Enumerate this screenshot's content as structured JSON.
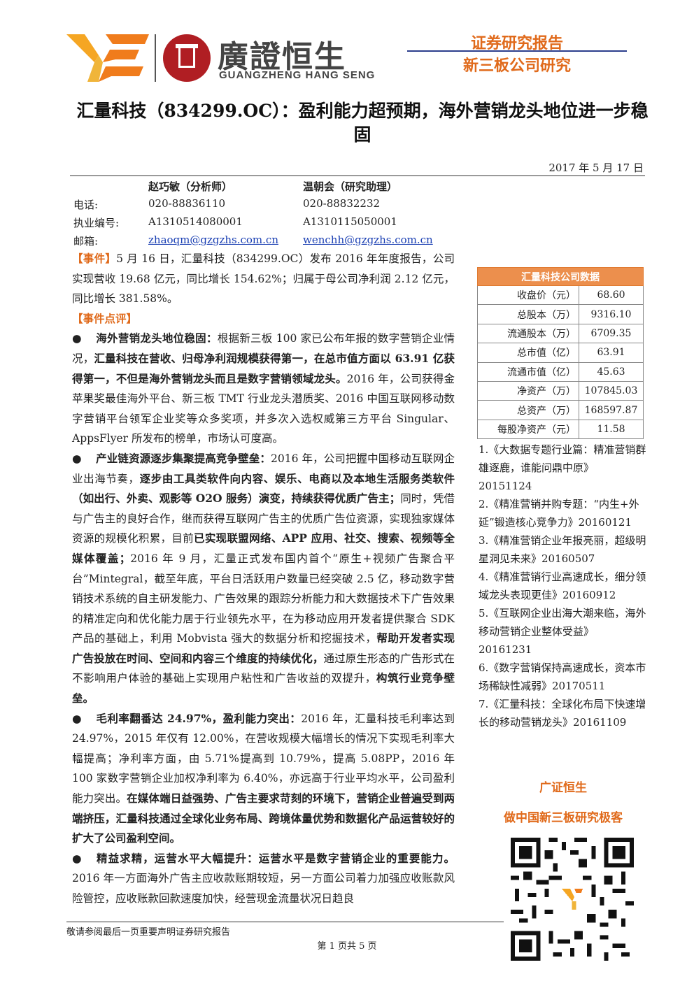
{
  "header": {
    "logo_name": "廣證恒生",
    "logo_en": "GUANGZHENG HANG SENG",
    "report_type": "证券研究报告",
    "report_subtype": "新三板公司研究"
  },
  "title": "汇量科技（834299.OC）：盈利能力超预期，海外营销龙头地位进一步稳固",
  "date": "2017 年 5 月 17 日",
  "analysts": {
    "label_phone": "电话:",
    "label_license": "执业编号:",
    "label_email": "邮箱:",
    "a1": {
      "name": "赵巧敏（分析师）",
      "phone": "020-88836110",
      "license": "A1310514080001",
      "email": "zhaoqm@gzgzhs.com.cn"
    },
    "a2": {
      "name": "温朝会（研究助理）",
      "phone": "020-88832232",
      "license": "A1310115050001",
      "email": "wenchh@gzgzhs.com.cn"
    }
  },
  "body": {
    "event_tag": "【事件】",
    "event_text": "5 月 16 日，汇量科技（834299.OC）发布 2016 年年度报告，公司实现营收 19.68 亿元，同比增长 154.62%；归属于母公司净利润 2.12 亿元，同比增长 381.58%。",
    "comment_tag": "【事件点评】",
    "bullet": "●",
    "p1_b1": "海外营销龙头地位稳固：",
    "p1_t1": "根据新三板 100 家已公布年报的数字营销企业情况，",
    "p1_b2": "汇量科技在营收、归母净利润规模获得第一，在总市值方面以 63.91 亿获得第一，不但是海外营销龙头而且是数字营销领域龙头。",
    "p1_t2": "2016 年，公司获得金苹果奖最佳海外平台、新三板 TMT 行业龙头潜质奖、2016 中国互联网移动数字营销平台领军企业奖等众多奖项，并多次入选权威第三方平台 Singular、AppsFlyer 所发布的榜单，市场认可度高。",
    "p2_b1": "产业链资源逐步集聚提高竞争壁垒：",
    "p2_t1": "2016 年，公司把握中国移动互联网企业出海节奏，",
    "p2_b2": "逐步由工具类软件向内容、娱乐、电商以及本地生活服务类软件（如出行、外卖、观影等 O2O 服务）演变，持续获得优质广告主；",
    "p2_t2": "同时，凭借与广告主的良好合作，继而获得互联网广告主的优质广告位资源，实现独家媒体资源的规模化积累，目前",
    "p2_b3": "已实现联盟网络、APP 应用、社交、搜索、视频等全媒体覆盖；",
    "p2_t3": "2016 年 9 月，汇量正式发布国内首个“原生+视频广告聚合平台”Mintegral，截至年底，平台日活跃用户数量已经突破 2.5 亿，移动数字营销技术系统的自主研发能力、广告效果的跟踪分析能力和大数据技术下广告效果的精准定向和优化能力居于行业领先水平，在为移动应用开发者提供聚合 SDK 产品的基础上，利用 Mobvista 强大的数据分析和挖掘技术，",
    "p2_b4": "帮助开发者实现广告投放在时间、空间和内容三个维度的持续优化，",
    "p2_t4": "通过原生形态的广告形式在不影响用户体验的基础上实现用户粘性和广告收益的双提升，",
    "p2_b5": "构筑行业竞争壁垒。",
    "p3_b1": "毛利率翻番达 24.97%，盈利能力突出：",
    "p3_t1": "2016 年，汇量科技毛利率达到 24.97%，2015 年仅有 12.00%，在营收规模大幅增长的情况下实现毛利率大幅提高；净利率方面，由 5.71%提高到 10.79%，提高 5.08PP，2016 年 100 家数字营销企业加权净利率为 6.40%，亦远高于行业平均水平，公司盈利能力突出。",
    "p3_b2": "在媒体端日益强势、广告主要求苛刻的环境下，营销企业普遍受到两端挤压，汇量科技通过全球化业务布局、跨境体量优势和数据化产品运营较好的扩大了公司盈利空间。",
    "p4_b1": "精益求精，运营水平大幅提升：运营水平是数字营销企业的重要能力。",
    "p4_t1": "2016 年一方面海外广告主应收款账期较短，另一方面公司着力加强应收账款风险管控，应收账款回款速度加快，经营现金流量状况日趋良"
  },
  "sidebar": {
    "table_title": "汇量科技公司数据",
    "rows": [
      {
        "k": "收盘价（元）",
        "v": "68.60"
      },
      {
        "k": "总股本（万）",
        "v": "9316.10"
      },
      {
        "k": "流通股本（万）",
        "v": "6709.35"
      },
      {
        "k": "总市值（亿）",
        "v": "63.91"
      },
      {
        "k": "流通市值（亿）",
        "v": "45.63"
      },
      {
        "k": "净资产（万）",
        "v": "107845.03"
      },
      {
        "k": "总资产（万）",
        "v": "168597.87"
      },
      {
        "k": "每股净资产（元）",
        "v": "11.58"
      }
    ],
    "refs": [
      "1.《大数据专题行业篇：精准营销群雄逐鹿，谁能问鼎中原》20151124",
      "2.《精准营销并购专题：“内生+外延”锻造核心竞争力》20160121",
      "3.《精准营销企业年报亮丽，超级明星洞见未来》20160507",
      "4.《精准营销行业高速成长，细分领域龙头表现更佳》20160912",
      "5.《互联网企业出海大潮来临，海外移动营销企业整体受益》20161231",
      "6.《数字营销保持高速成长，资本市场稀缺性减弱》20170511",
      "7.《汇量科技：全球化布局下快速增长的移动营销龙头》20161109"
    ],
    "brand_line1": "广证恒生",
    "brand_line2": "做中国新三板研究极客"
  },
  "footer": {
    "note": "敬请参阅最后一页重要声明证券研究报告",
    "page": "第 1 页共 5 页"
  },
  "colors": {
    "accent": "#e06a1b",
    "navy": "#2b3e8c",
    "seal": "#b01e23",
    "table_head": "#ec8f4d"
  }
}
